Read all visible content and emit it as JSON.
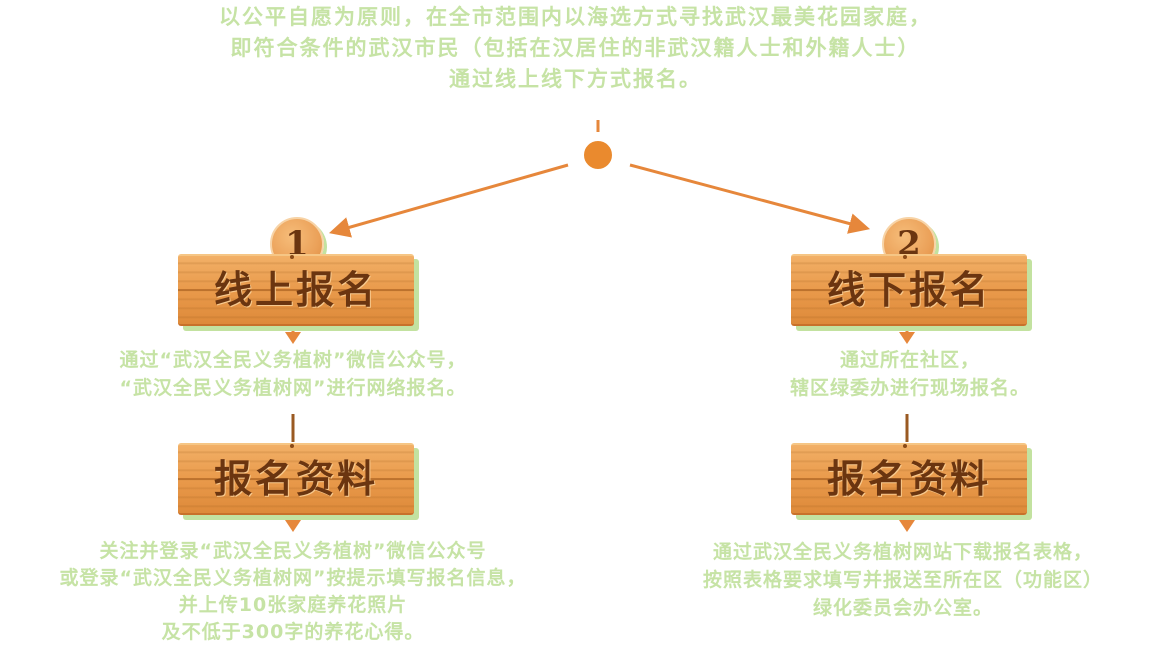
{
  "intro": {
    "lines": [
      "以公平自愿为原则，在全市范围内以海选方式寻找武汉最美花园家庭，",
      "即符合条件的武汉市民（包括在汉居住的非武汉籍人士和外籍人士）",
      "通过线上线下方式报名。"
    ]
  },
  "branches": [
    {
      "number": "1",
      "title": "线上报名",
      "desc_lines": [
        "通过“武汉全民义务植树”微信公众号，",
        "“武汉全民义务植树网”进行网络报名。"
      ],
      "materials_title": "报名资料",
      "materials_lines": [
        "关注并登录“武汉全民义务植树”微信公众号",
        "或登录“武汉全民义务植树网”按提示填写报名信息，",
        "并上传10张家庭养花照片",
        "及不低于300字的养花心得。"
      ]
    },
    {
      "number": "2",
      "title": "线下报名",
      "desc_lines": [
        "通过所在社区，",
        "辖区绿委办进行现场报名。"
      ],
      "materials_title": "报名资料",
      "materials_lines": [
        "通过武汉全民义务植树网站下载报名表格，",
        "按照表格要求填写并报送至所在区（功能区）",
        "绿化委员会办公室。"
      ]
    }
  ],
  "colors": {
    "arrow": "#e6873b",
    "text": "#c6e3a5",
    "wood": "#e99a4b",
    "board_text": "#6b3510"
  }
}
